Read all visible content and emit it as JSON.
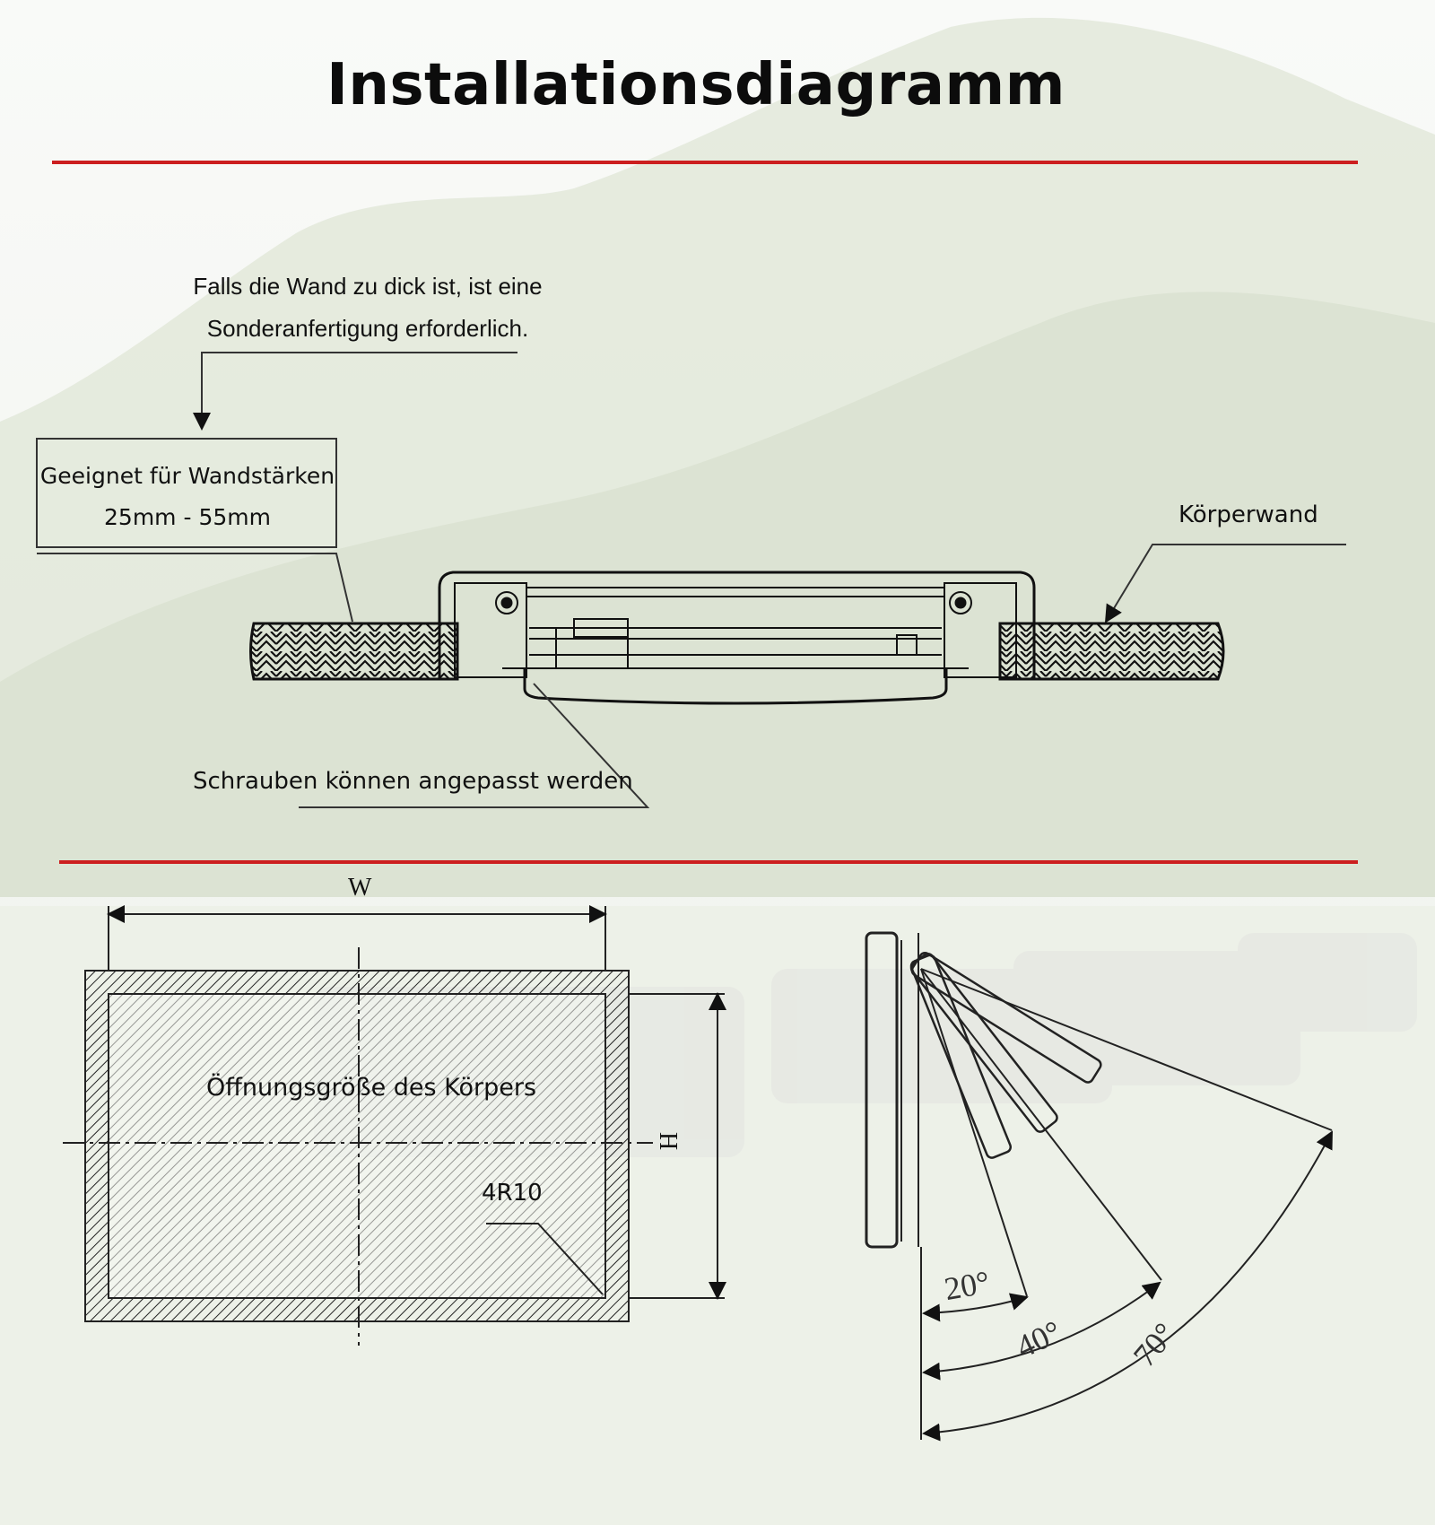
{
  "title": "Installationsdiagramm",
  "top_diagram": {
    "note_line1": "Falls die Wand zu dick ist, ist eine",
    "note_line2": "Sonderanfertigung erforderlich.",
    "box_line1": "Geeignet für Wandstärken",
    "box_line2": "25mm - 55mm",
    "body_wall_label": "Körperwand",
    "screws_label": "Schrauben können angepasst werden"
  },
  "bottom_diagram": {
    "width_label": "W",
    "height_label": "H",
    "opening_label": "Öffnungsgröße des Körpers",
    "radius_label": "4R10",
    "angles": [
      "20°",
      "40°",
      "70°"
    ]
  },
  "colors": {
    "divider": "#cc1f1f",
    "ink": "#111111",
    "background_sky": "#f4f6f2",
    "background_hill": "#dfe6d6"
  }
}
